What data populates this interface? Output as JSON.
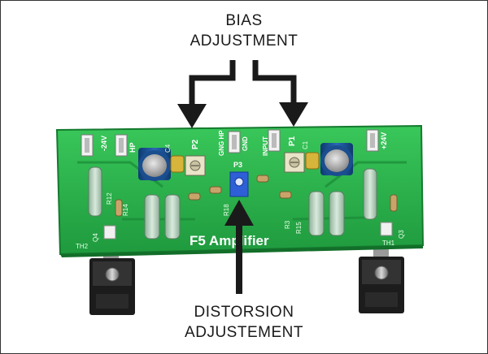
{
  "annotations": {
    "bias_line1": "BIAS",
    "bias_line2": "ADJUSTMENT",
    "distortion_line1": "DISTORSION",
    "distortion_line2": "ADJUSTEMENT"
  },
  "pcb": {
    "title": "F5 Amplifier",
    "labels": {
      "neg_supply": "-24V",
      "hp": "HP",
      "p2": "P2",
      "gnd_hp": "GNG HP",
      "gnd": "GND",
      "input": "INPUT",
      "p1": "P1",
      "pos_supply": "+24V",
      "p3": "P3",
      "r12": "R12",
      "r14": "R14",
      "r18": "R18",
      "r3": "R3",
      "r15": "R15",
      "q4": "Q4",
      "q3": "Q3",
      "th2": "TH2",
      "th1": "TH1",
      "c4": "C4",
      "c1": "C1"
    }
  },
  "colors": {
    "board": "#27b24a",
    "board_dark": "#1c8f38",
    "arrow": "#1a1a1a",
    "potentiometer": "#2f5fd6"
  }
}
